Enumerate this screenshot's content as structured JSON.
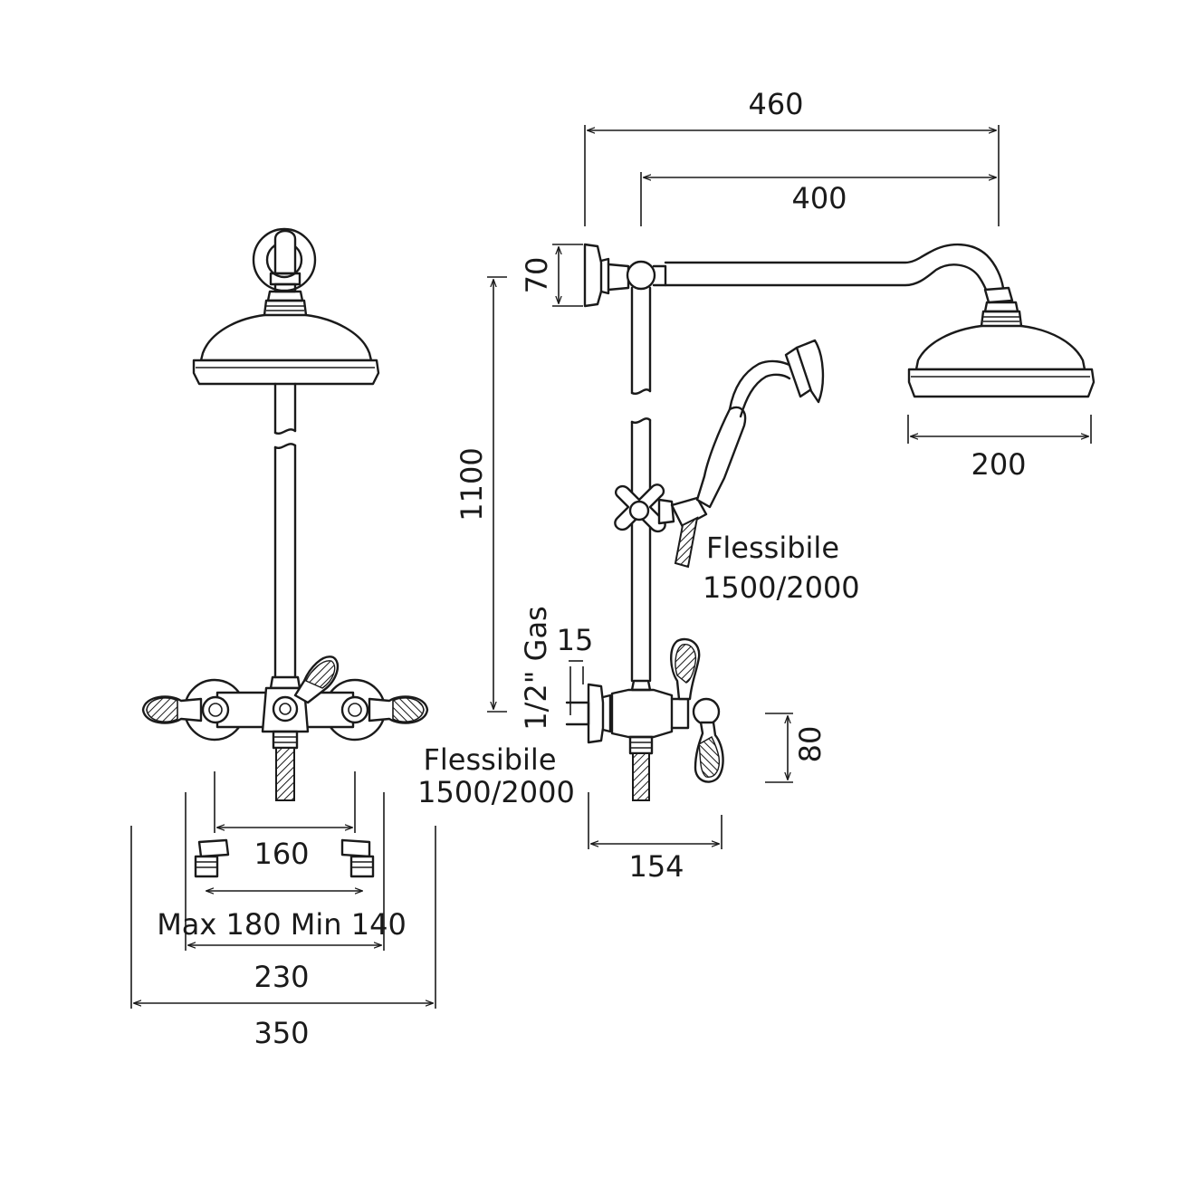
{
  "dimensions": {
    "overall_reach": "460",
    "arm_length": "400",
    "wall_flange": "70",
    "riser_height": "1100",
    "head_diameter": "200",
    "hose_right": "Flessibile",
    "hose_right_len": "1500/2000",
    "inlet_thread": "1/2\" Gas",
    "inlet_depth": "15",
    "lever_drop": "80",
    "hose_left": "Flessibile",
    "hose_left_len": "1500/2000",
    "mixer_depth": "154",
    "centres": "160",
    "eccentric_range": "Max 180 Min 140",
    "mixer_width": "230",
    "overall_width": "350"
  }
}
